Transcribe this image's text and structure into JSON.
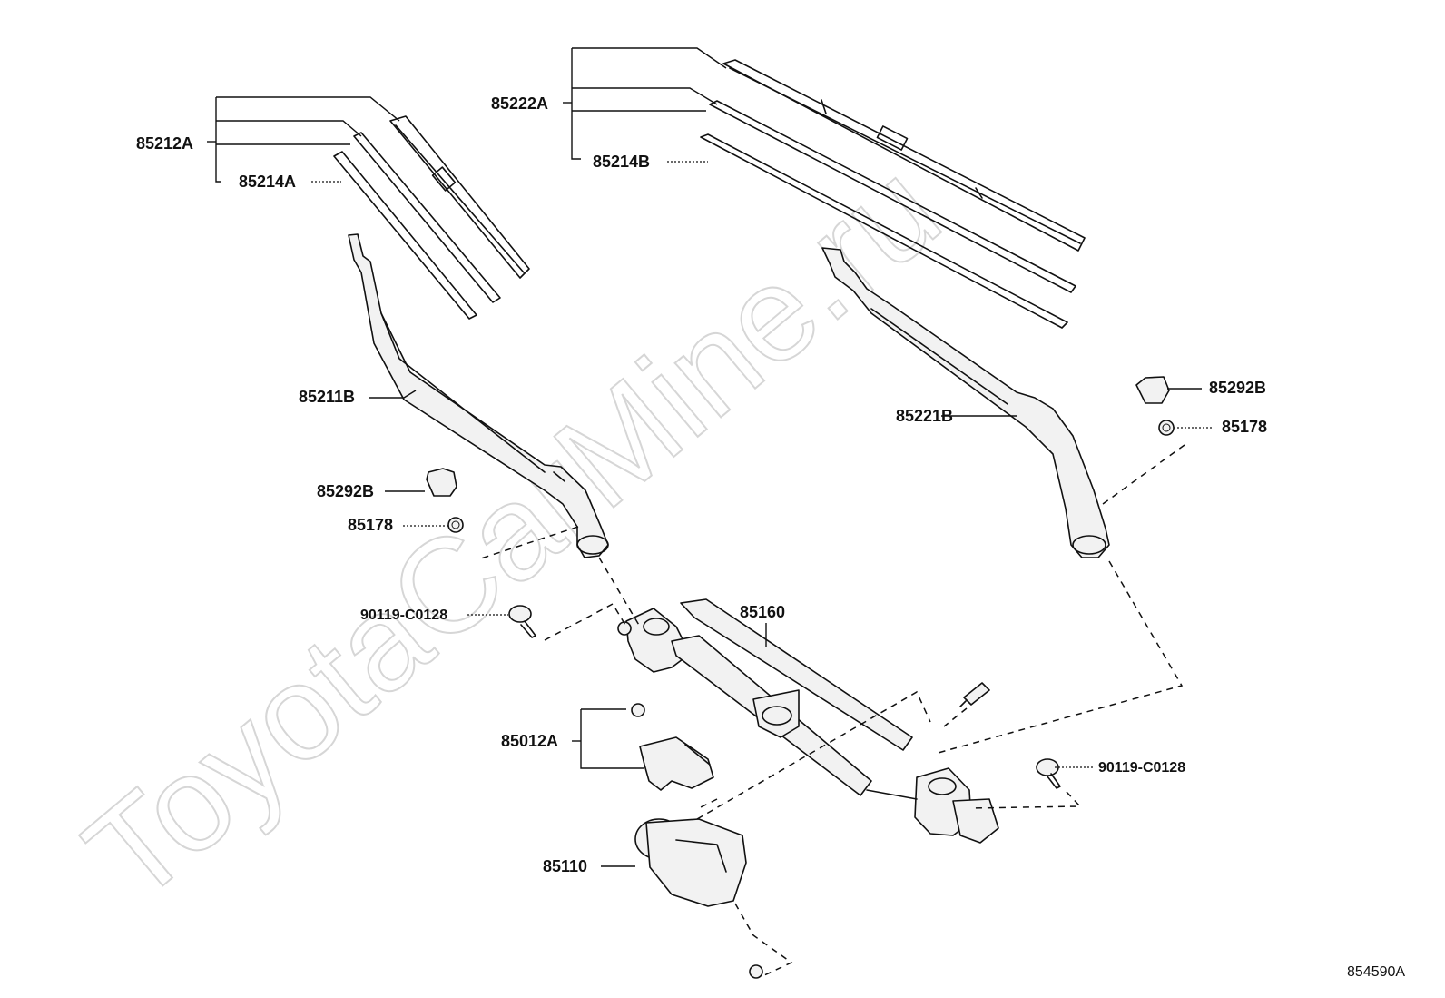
{
  "watermark": "ToyotaCarMine.ru",
  "diagram_code": "854590A",
  "parts": {
    "p85212A": "85212A",
    "p85214A": "85214A",
    "p85222A": "85222A",
    "p85214B": "85214B",
    "p85211B": "85211B",
    "p85221B": "85221B",
    "p85292B_left": "85292B",
    "p85178_left": "85178",
    "p85292B_right": "85292B",
    "p85178_right": "85178",
    "p90119_left": "90119-C0128",
    "p90119_right": "90119-C0128",
    "p85160": "85160",
    "p85012A": "85012A",
    "p85110": "85110"
  }
}
